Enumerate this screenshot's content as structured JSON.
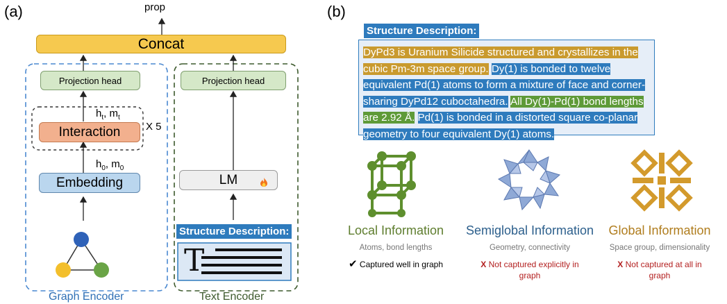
{
  "panel_a": {
    "label": "(a)",
    "output": "prop",
    "concat": "Concat",
    "graph_encoder": {
      "projection": "Projection head",
      "interaction": "Interaction",
      "repeat": "X 5",
      "ht_main": "h",
      "ht_sub": "t",
      "mt_main": "m",
      "mt_sub": "t",
      "h0_main": "h",
      "h0_sub": "0",
      "m0_main": "m",
      "m0_sub": "0",
      "embedding": "Embedding",
      "title": "Graph Encoder"
    },
    "text_encoder": {
      "projection": "Projection head",
      "lm": "LM",
      "fire_icon": "fire-icon",
      "structure_label": "Structure Description:",
      "text_glyph": "T",
      "title": "Text Encoder"
    }
  },
  "panel_b": {
    "label": "(b)",
    "structure_label": "Structure Description:",
    "segments": [
      {
        "text": "DyPd3 is Uranium Silicide structured and crystallizes in the cubic Pm-3m space group.",
        "color": "#c99a2e"
      },
      {
        "text": "Dy(1) is bonded to twelve equivalent Pd(1) atoms to form a mixture of face and corner-sharing DyPd12 cuboctahedra.",
        "color": "#2e7bbd"
      },
      {
        "text": "All Dy(1)-Pd(1) bond lengths are 2.92 Å.",
        "color": "#5e9a38"
      },
      {
        "text": "Pd(1) is bonded in a distorted square co-planar geometry to four equivalent Dy(1) atoms.",
        "color": "#2e7bbd"
      }
    ],
    "columns": [
      {
        "title": "Local Information",
        "subtitle": "Atoms, bond lengths",
        "status_mark": "✔",
        "status": "Captured well in graph",
        "title_color": "#5e7d2e",
        "status_color": "#000000",
        "icon": "cubic-lattice-icon"
      },
      {
        "title": "Semiglobal Information",
        "subtitle": "Geometry, connectivity",
        "status_mark": "X",
        "status": "Not captured explicitly in graph",
        "title_color": "#2c5f8c",
        "status_color": "#b32020",
        "icon": "polyhedra-ring-icon"
      },
      {
        "title": "Global Information",
        "subtitle": "Space group, dimensionality",
        "status_mark": "X",
        "status": "Not captured at all in graph",
        "title_color": "#b07d1e",
        "status_color": "#b32020",
        "icon": "symmetry-pattern-icon"
      }
    ]
  }
}
